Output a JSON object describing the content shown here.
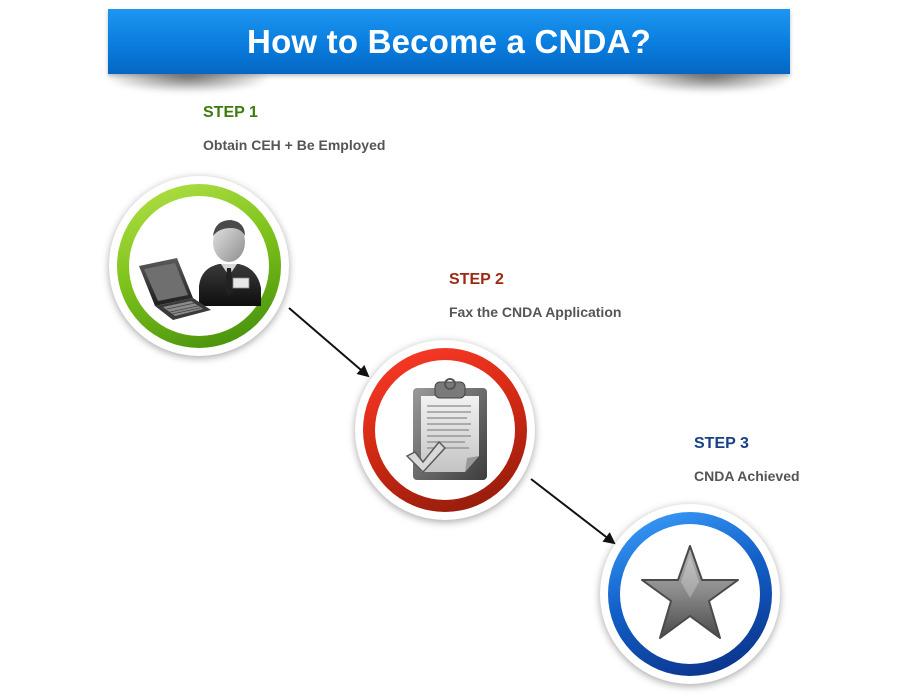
{
  "title": "How to Become a CNDA?",
  "steps": [
    {
      "label": "STEP 1",
      "description": "Obtain CEH + Be Employed",
      "color": "#3f7a0e",
      "icon": "employee-laptop-icon"
    },
    {
      "label": "STEP 2",
      "description": "Fax the CNDA Application",
      "color": "#9b2a14",
      "icon": "clipboard-form-icon"
    },
    {
      "label": "STEP 3",
      "description": "CNDA Achieved",
      "color": "#173f8a",
      "icon": "star-icon"
    }
  ]
}
